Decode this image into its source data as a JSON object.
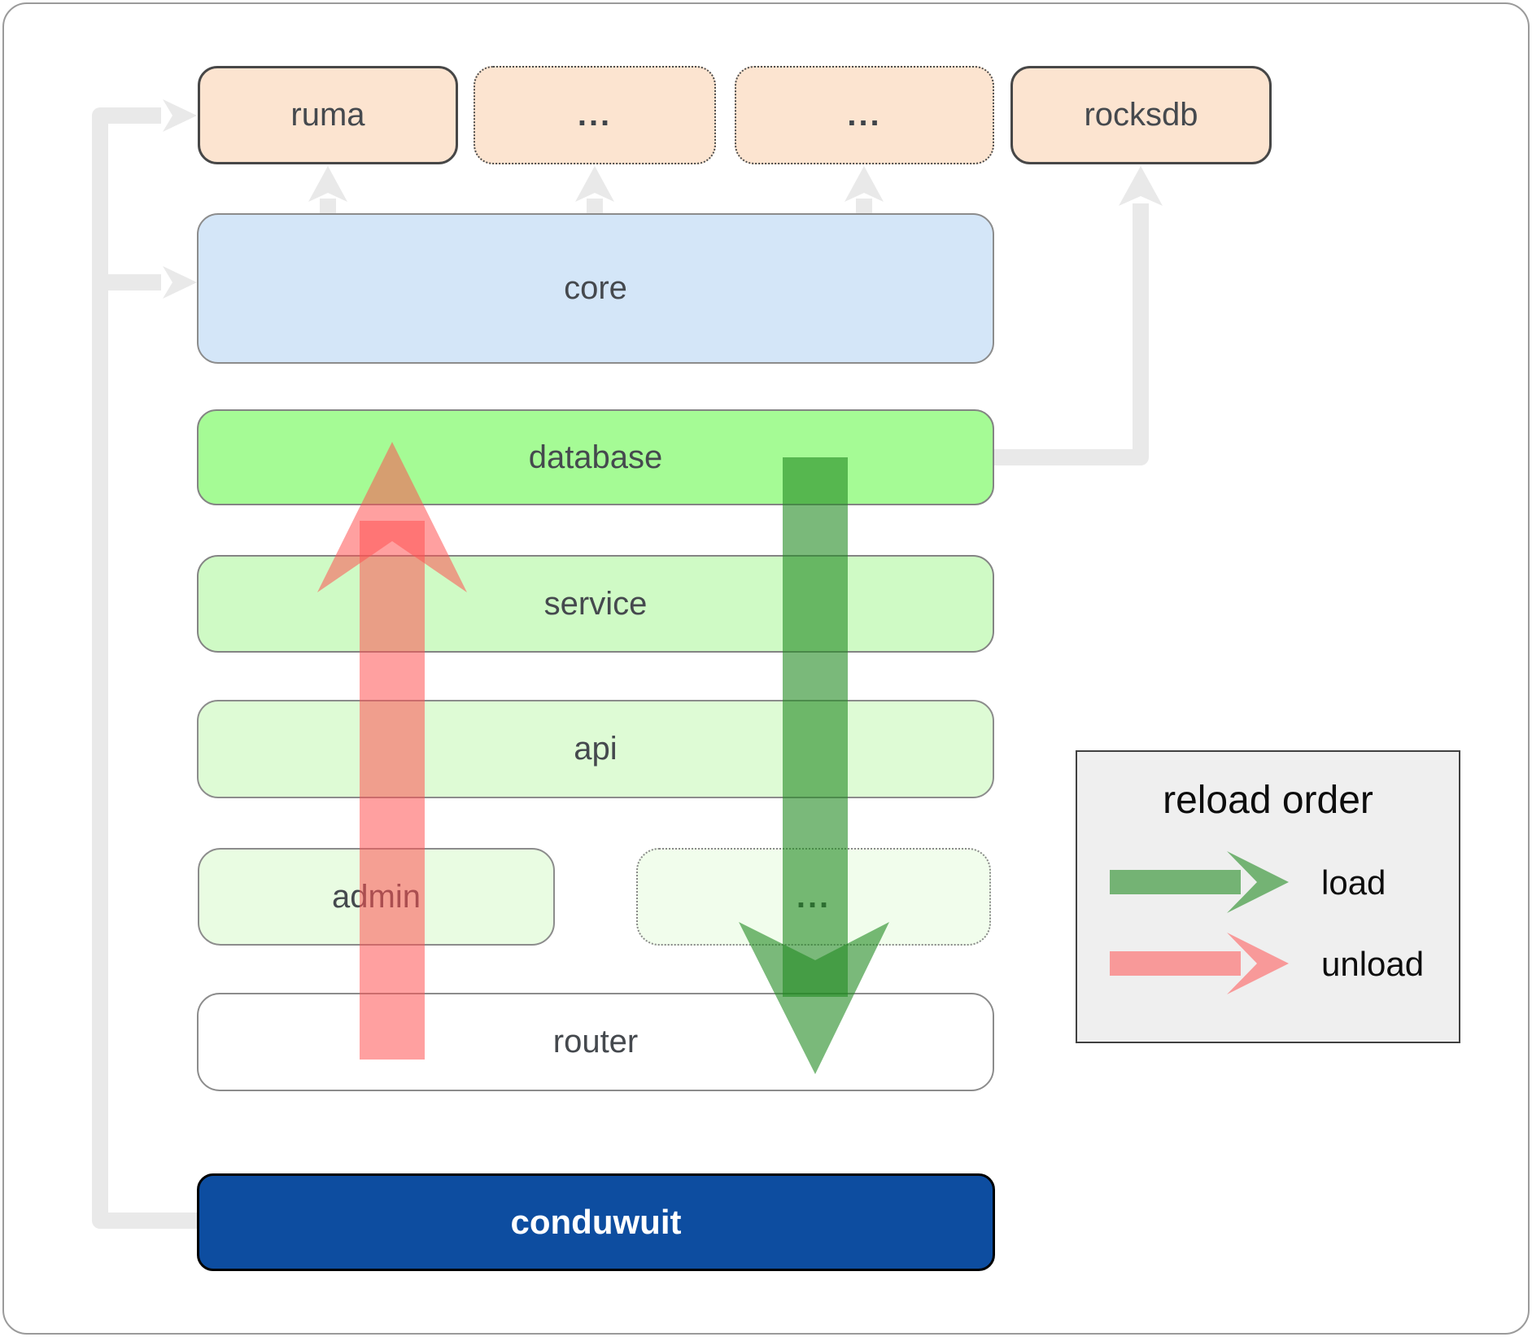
{
  "diagram": {
    "nodes": {
      "ruma": "ruma",
      "ellipsis1": "...",
      "ellipsis2": "...",
      "rocksdb": "rocksdb",
      "core": "core",
      "database": "database",
      "service": "service",
      "api": "api",
      "admin": "admin",
      "ellipsis3": "...",
      "router": "router",
      "conduwuit": "conduwuit"
    },
    "legend": {
      "title": "reload order",
      "items": [
        {
          "label": "load",
          "color": "rgba(34,139,34,0.6)"
        },
        {
          "label": "unload",
          "color": "rgba(255,82,82,0.55)"
        }
      ]
    },
    "colors": {
      "peach_fill": "#fce4d0",
      "core_blue": "#d4e6f8",
      "database_green": "#a5fb95",
      "service_green": "#cffac5",
      "api_green": "#defbd5",
      "admin_green": "#e9fce2",
      "ellipsis_green": "#f1fdec",
      "router_fill": "#ffffff",
      "conduwuit_blue": "#0d4da0",
      "connector_gray": "#e9e9e9",
      "load_arrow": "rgba(34,139,34,0.6)",
      "unload_arrow": "rgba(255,82,82,0.55)"
    }
  }
}
